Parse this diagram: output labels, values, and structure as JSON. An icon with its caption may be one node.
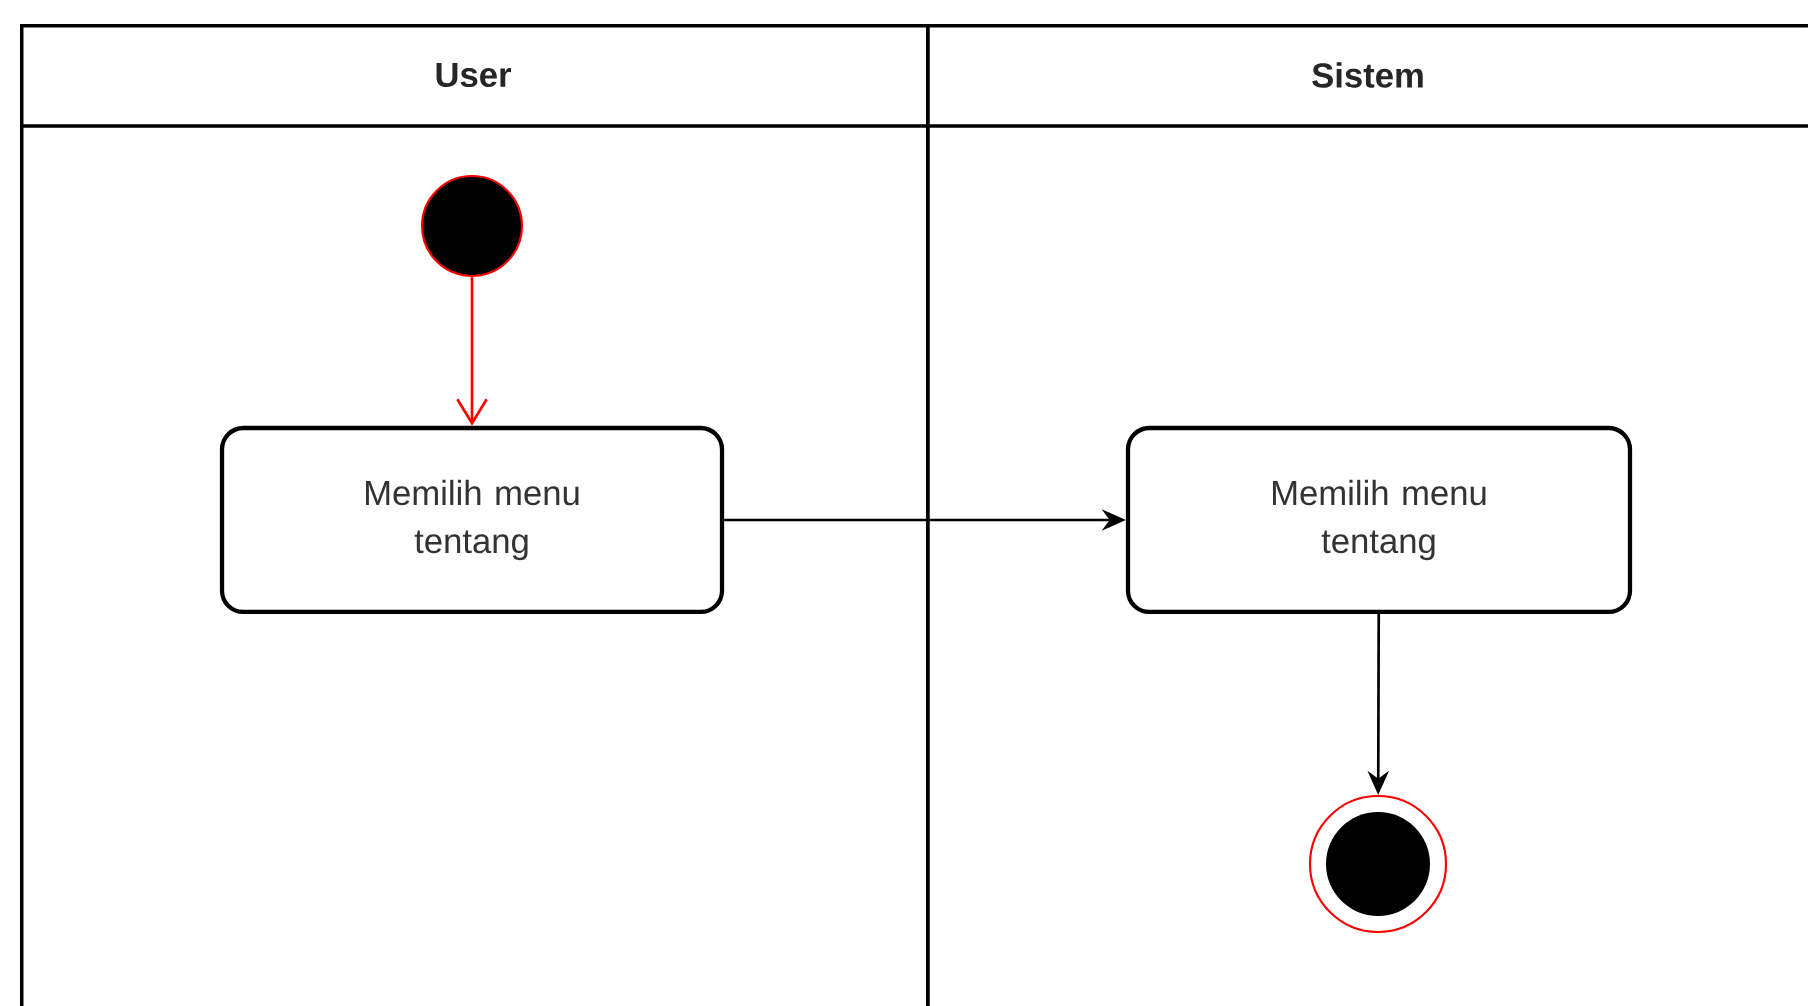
{
  "diagram": {
    "nodes": [
      {
        "text": [
          "User"
        ]
      },
      {
        "text": [],
        "shape": "circle",
        "in": 0
      },
      {
        "text": [
          "Memilih menu tentang"
        ],
        "in": 0
      },
      {
        "text": [
          "Sistem"
        ]
      },
      {
        "text": [
          "Memilih menu tentang"
        ],
        "in": 3
      },
      {
        "text": [],
        "shape": "bullseye",
        "in": 3
      }
    ],
    "edges": [
      {
        "from": 1,
        "to": 2,
        "arrow": "to",
        "color": "#ff0000"
      },
      {
        "from": 2,
        "to": 4,
        "arrow": "to"
      },
      {
        "from": 4,
        "to": 5,
        "arrow": "to"
      }
    ]
  }
}
